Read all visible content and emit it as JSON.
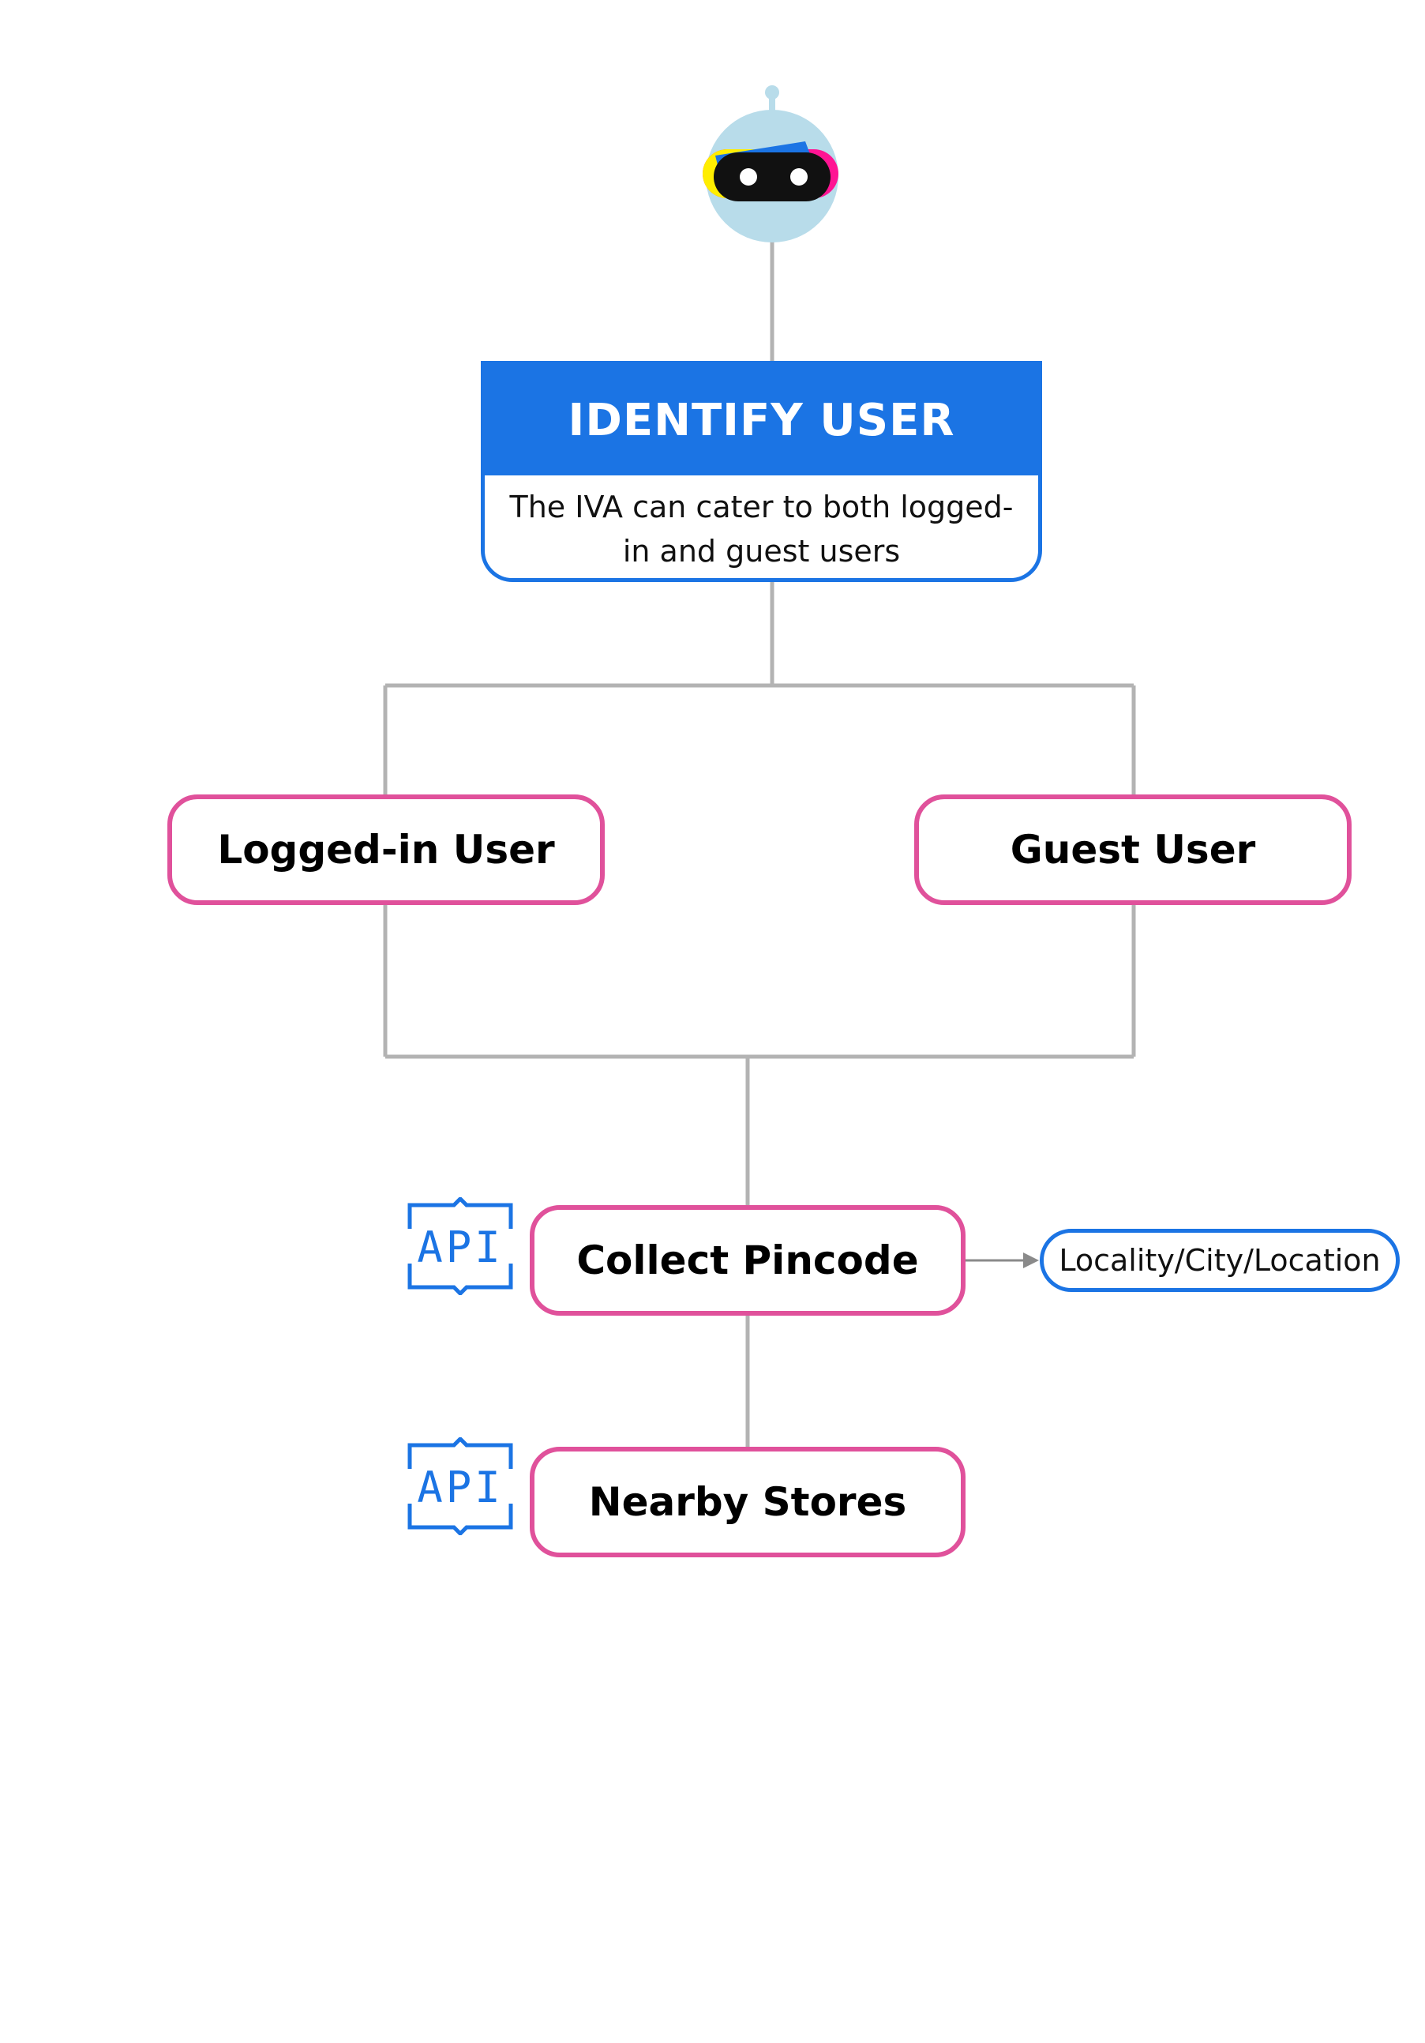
{
  "identify_user": {
    "title": "IDENTIFY USER",
    "description": "The IVA can cater to both logged-in and guest users"
  },
  "branches": {
    "logged_in": "Logged-in User",
    "guest": "Guest User"
  },
  "steps": {
    "collect_pincode": "Collect Pincode",
    "nearby_stores": "Nearby Stores"
  },
  "outputs": {
    "locality": "Locality/City/Location"
  },
  "api_badge_label": "API",
  "colors": {
    "primary_blue": "#1b74e4",
    "node_pink": "#e0519b",
    "connector_gray": "#b3b3b3",
    "bot_body": "#b8dcea",
    "bot_visor": "#111111"
  },
  "icons": {
    "bot": "robot-avatar-icon",
    "api": "api-badge-icon"
  }
}
